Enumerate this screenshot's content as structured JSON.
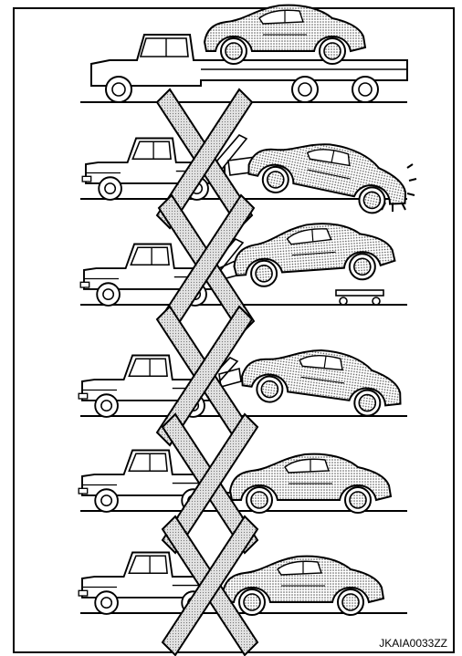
{
  "figure": {
    "id_label": "JKAIA0033ZZ"
  },
  "colors": {
    "line": "#000000",
    "shading": "#bdbdbd",
    "cross_fill": "#cfcfcf"
  },
  "rows": [
    {
      "method": "flatbed-carrier",
      "prohibited": false
    },
    {
      "method": "wheel-lift-rear-raised-front-dragging",
      "prohibited": true
    },
    {
      "method": "wheel-lift-with-dollies",
      "prohibited": true
    },
    {
      "method": "sling-type-rear-lift",
      "prohibited": true
    },
    {
      "method": "tow-bar-all-wheels-on-ground",
      "prohibited": true
    },
    {
      "method": "flat-towing-all-wheels-on-ground",
      "prohibited": true
    }
  ]
}
